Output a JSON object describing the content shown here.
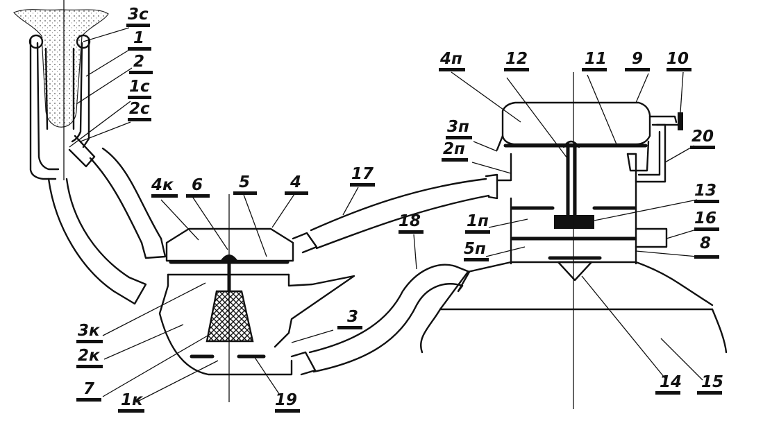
{
  "diagram": {
    "labels": {
      "l_3c": "3с",
      "l_1": "1",
      "l_2": "2",
      "l_1c": "1с",
      "l_2c": "2с",
      "l_4k": "4к",
      "l_6": "6",
      "l_5": "5",
      "l_4": "4",
      "l_17": "17",
      "l_18": "18",
      "l_3": "3",
      "l_3k": "3к",
      "l_2k": "2к",
      "l_7": "7",
      "l_1k": "1к",
      "l_19": "19",
      "l_4p": "4п",
      "l_12": "12",
      "l_11": "11",
      "l_9": "9",
      "l_10": "10",
      "l_3p": "3п",
      "l_2p": "2п",
      "l_20": "20",
      "l_13": "13",
      "l_16": "16",
      "l_1p": "1п",
      "l_5p": "5п",
      "l_8": "8",
      "l_14": "14",
      "l_15": "15"
    }
  }
}
